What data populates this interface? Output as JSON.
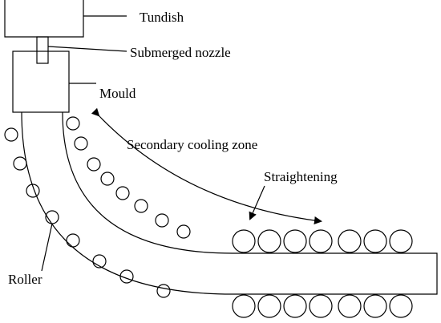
{
  "labels": {
    "tundish": "Tundish",
    "nozzle": "Submerged nozzle",
    "mould": "Mould",
    "cooling": "Secondary cooling zone",
    "straightening": "Straightening",
    "roller": "Roller"
  },
  "colors": {
    "stroke": "#000000",
    "background": "#ffffff"
  }
}
